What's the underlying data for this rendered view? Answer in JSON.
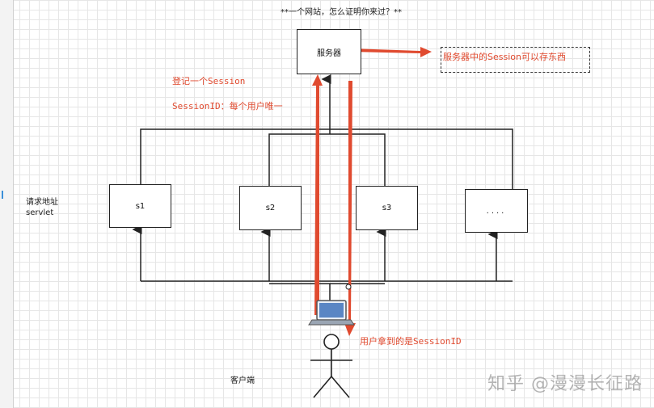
{
  "title": "**一个网站，怎么证明你来过？**",
  "server": {
    "label": "服务器"
  },
  "note": "服务器中的Session可以存东西",
  "red_labels": {
    "register": "登记一个Session",
    "session_id": "SessionID：每个用户唯一",
    "user_gets": "用户拿到的是SessionID"
  },
  "left_label": {
    "line1": "请求地址",
    "line2": "servlet"
  },
  "servlets": [
    "s1",
    "s2",
    "s3",
    "...."
  ],
  "client_label": "客户端",
  "watermark": "知乎 @漫漫长征路",
  "colors": {
    "red": "#e04a2f",
    "line": "#222222"
  },
  "icons": [
    "laptop-icon",
    "stick-figure-icon"
  ]
}
